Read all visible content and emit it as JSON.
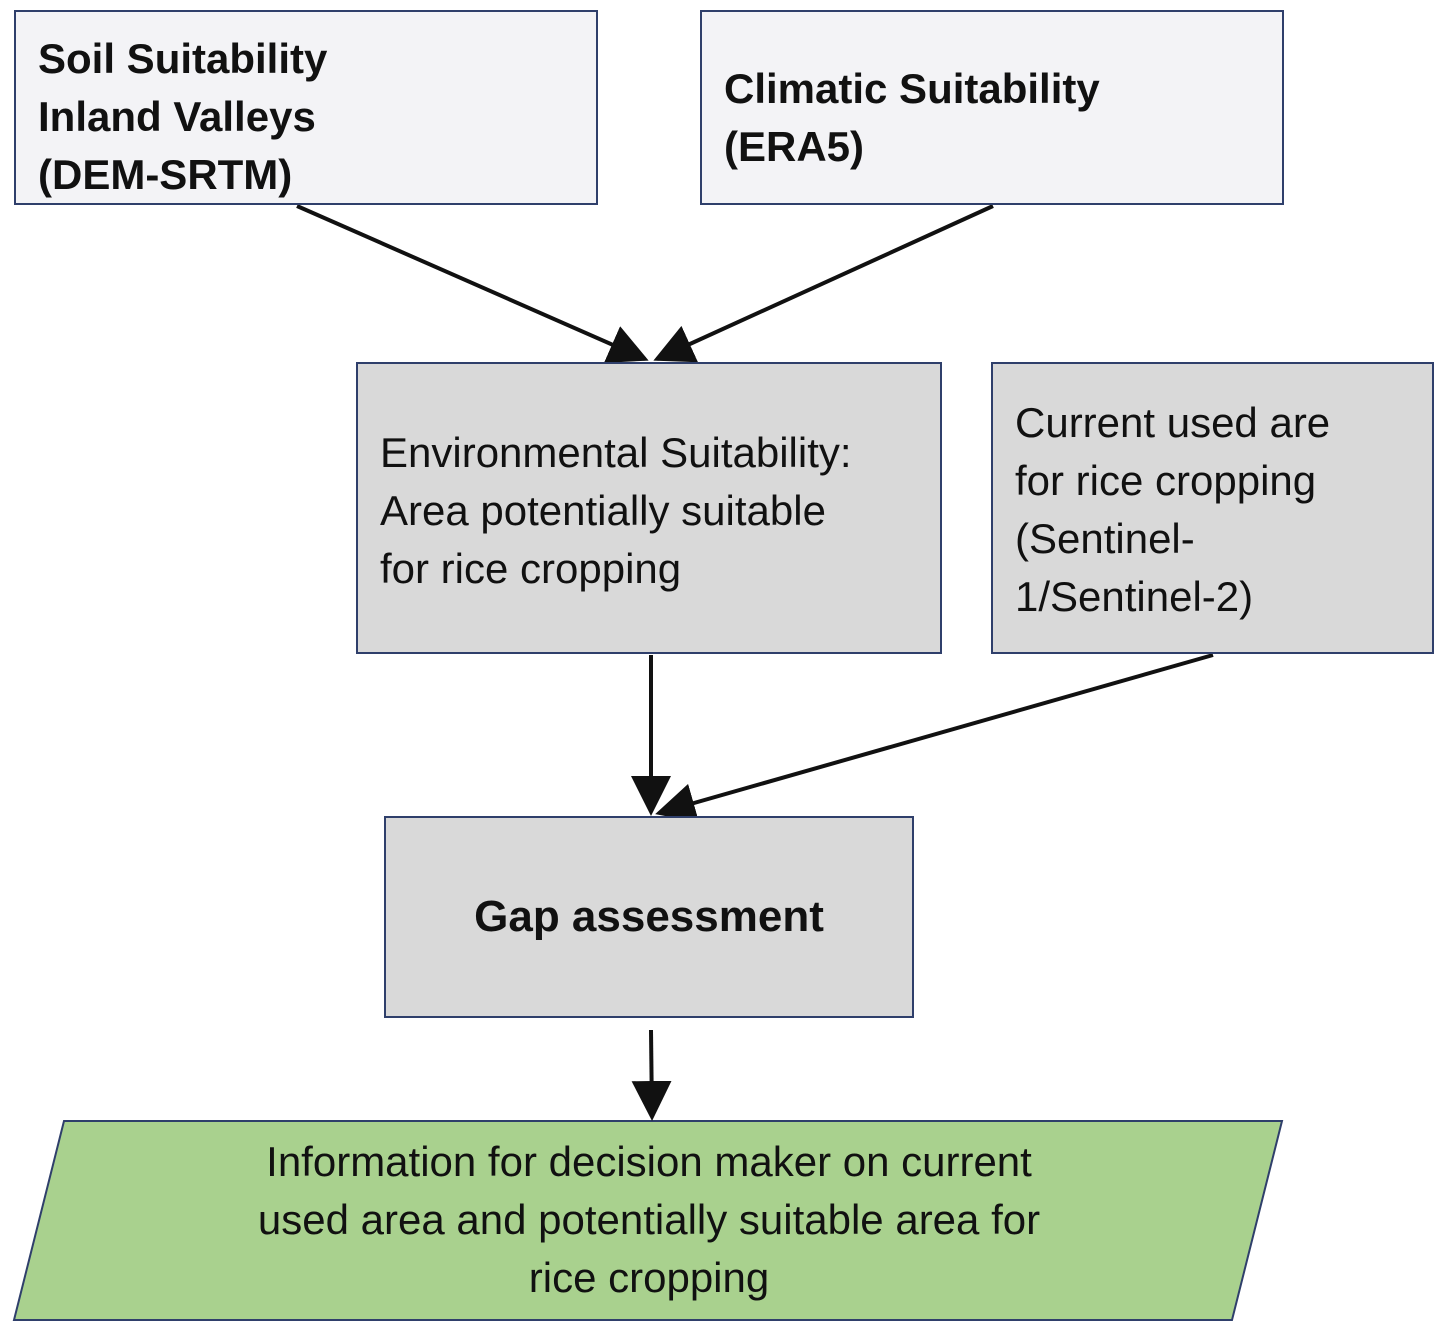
{
  "nodes": {
    "soil": {
      "lines": [
        "Soil Suitability",
        "Inland Valleys",
        "(DEM-SRTM)"
      ]
    },
    "climate": {
      "lines": [
        "Climatic Suitability",
        "(ERA5)"
      ]
    },
    "environmental": {
      "lines": [
        "Environmental Suitability:",
        "Area potentially suitable",
        "for rice cropping"
      ]
    },
    "current": {
      "lines": [
        "Current used are",
        "for rice cropping",
        "(Sentinel-",
        "1/Sentinel-2)"
      ]
    },
    "gap": {
      "label": "Gap assessment"
    },
    "output": {
      "lines": [
        "Information for decision maker on current",
        "used area and potentially suitable area for",
        "rice cropping"
      ]
    }
  },
  "edges": [
    {
      "from": "soil",
      "to": "environmental"
    },
    {
      "from": "climate",
      "to": "environmental"
    },
    {
      "from": "environmental",
      "to": "gap"
    },
    {
      "from": "current",
      "to": "gap"
    },
    {
      "from": "gap",
      "to": "output"
    }
  ],
  "colors": {
    "border": "#2f3f6b",
    "input_fill": "#f3f3f6",
    "process_fill": "#d9d9d9",
    "output_fill": "#a9d18e",
    "output_border": "#2f3f6b",
    "arrow": "#111111"
  }
}
